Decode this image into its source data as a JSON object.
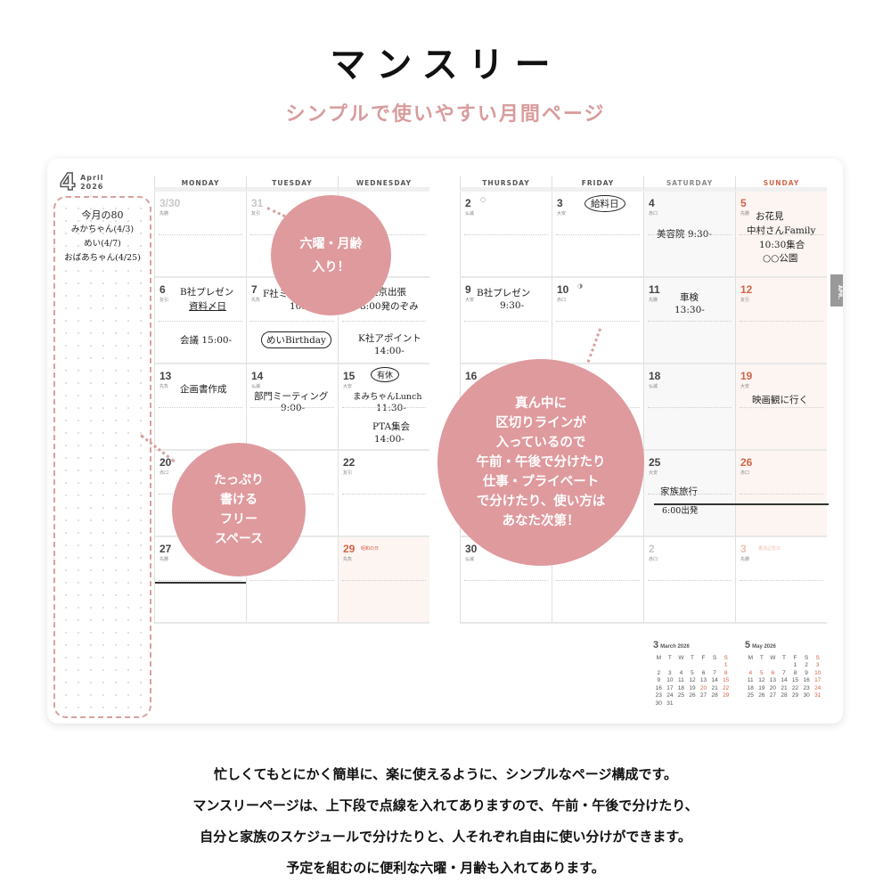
{
  "header": {
    "title": "マンスリー",
    "subtitle": "シンプルで使いやすい月間ページ"
  },
  "planner": {
    "month_number": "4",
    "month_name": "April",
    "year": "2026",
    "side_tab": "APR.",
    "memo": {
      "lines": [
        "今月の80",
        "みかちゃん(4/3)",
        "めい(4/7)",
        "おばあちゃん(4/25)"
      ]
    },
    "left_days": [
      "MONDAY",
      "TUESDAY",
      "WEDNESDAY"
    ],
    "right_days": [
      "THURSDAY",
      "FRIDAY",
      "SATURDAY",
      "SUNDAY"
    ],
    "left_cells": [
      {
        "day": "3/30",
        "rokuyo": "先勝",
        "style": "muted"
      },
      {
        "day": "31",
        "rokuyo": "友引",
        "style": "muted"
      },
      {
        "day": "",
        "rokuyo": "",
        "style": ""
      },
      {
        "day": "6",
        "rokuyo": "友引",
        "notes": [
          "B社プレゼン",
          "資料〆日",
          "会議 15:00-"
        ]
      },
      {
        "day": "7",
        "rokuyo": "先負",
        "notes": [
          "F社ミ",
          "10:00",
          "めいBirthday"
        ]
      },
      {
        "day": "",
        "rokuyo": "",
        "notes": [
          "東京出張",
          "8:00発のぞみ",
          "K社アポイント",
          "14:00-"
        ]
      },
      {
        "day": "13",
        "rokuyo": "先負",
        "notes": [
          "企画書作成"
        ]
      },
      {
        "day": "14",
        "rokuyo": "仏滅",
        "notes": [
          "部門ミーティング",
          "9:00-"
        ]
      },
      {
        "day": "15",
        "rokuyo": "大安",
        "notes": [
          "有休",
          "まみちゃんLunch",
          "11:30-",
          "PTA集会",
          "14:00-"
        ]
      },
      {
        "day": "20",
        "rokuyo": "赤口"
      },
      {
        "day": "",
        "rokuyo": ""
      },
      {
        "day": "22",
        "rokuyo": "友引"
      },
      {
        "day": "27",
        "rokuyo": "先勝"
      },
      {
        "day": "",
        "rokuyo": ""
      },
      {
        "day": "29",
        "rokuyo": "先負",
        "holiday": "昭和の日",
        "style": "red"
      }
    ],
    "right_cells": [
      {
        "day": "2",
        "rokuyo": "仏滅",
        "moon": "○"
      },
      {
        "day": "3",
        "rokuyo": "大安",
        "notes": [
          "給料日"
        ]
      },
      {
        "day": "4",
        "rokuyo": "赤口",
        "notes": [
          "美容院 9:30-"
        ]
      },
      {
        "day": "5",
        "rokuyo": "先勝",
        "notes": [
          "お花見",
          "中村さんFamily",
          "10:30集合",
          "○○公園"
        ],
        "style": "red"
      },
      {
        "day": "9",
        "rokuyo": "大安",
        "notes": [
          "B社プレゼン",
          "9:30-"
        ]
      },
      {
        "day": "10",
        "rokuyo": "赤口",
        "moon": "◑"
      },
      {
        "day": "11",
        "rokuyo": "先勝",
        "notes": [
          "車検",
          "13:30-"
        ]
      },
      {
        "day": "12",
        "rokuyo": "友引",
        "style": "red"
      },
      {
        "day": "16",
        "rokuyo": ""
      },
      {
        "day": "",
        "rokuyo": ""
      },
      {
        "day": "18",
        "rokuyo": "仏滅"
      },
      {
        "day": "19",
        "rokuyo": "大安",
        "notes": [
          "映画観に行く"
        ],
        "style": "red"
      },
      {
        "day": "",
        "rokuyo": ""
      },
      {
        "day": "",
        "rokuyo": ""
      },
      {
        "day": "25",
        "rokuyo": "大安",
        "notes": [
          "家族旅行",
          "6:00出発"
        ]
      },
      {
        "day": "26",
        "rokuyo": "赤口",
        "style": "red"
      },
      {
        "day": "30",
        "rokuyo": "仏滅"
      },
      {
        "day": "",
        "rokuyo": ""
      },
      {
        "day": "2",
        "rokuyo": "赤口",
        "style": "muted"
      },
      {
        "day": "3",
        "rokuyo": "先勝",
        "holiday": "憲法記念日",
        "style": "redmuted"
      }
    ],
    "mini_calendars": [
      {
        "num": "3",
        "label": "March 2026",
        "weekdays": [
          "M",
          "T",
          "W",
          "T",
          "F",
          "S",
          "S"
        ],
        "weeks": [
          [
            "",
            "",
            "",
            "",
            "",
            "",
            "1"
          ],
          [
            "2",
            "3",
            "4",
            "5",
            "6",
            "7",
            "8"
          ],
          [
            "9",
            "10",
            "11",
            "12",
            "13",
            "14",
            "15"
          ],
          [
            "16",
            "17",
            "18",
            "19",
            "20",
            "21",
            "22"
          ],
          [
            "23",
            "24",
            "25",
            "26",
            "27",
            "28",
            "29"
          ],
          [
            "30",
            "31",
            "",
            "",
            "",
            "",
            ""
          ]
        ]
      },
      {
        "num": "5",
        "label": "May 2026",
        "weekdays": [
          "M",
          "T",
          "W",
          "T",
          "F",
          "S",
          "S"
        ],
        "weeks": [
          [
            "",
            "",
            "",
            "",
            "1",
            "2",
            "3"
          ],
          [
            "4",
            "5",
            "6",
            "7",
            "8",
            "9",
            "10"
          ],
          [
            "11",
            "12",
            "13",
            "14",
            "15",
            "16",
            "17"
          ],
          [
            "18",
            "19",
            "20",
            "21",
            "22",
            "23",
            "24"
          ],
          [
            "25",
            "26",
            "27",
            "28",
            "29",
            "30",
            "31"
          ]
        ]
      }
    ]
  },
  "callouts": {
    "rokuyo": [
      "六曜・月齢",
      "入り！"
    ],
    "free_space": [
      "たっぷり",
      "書ける",
      "フリー",
      "スペース"
    ],
    "divider": [
      "真ん中に",
      "区切りラインが",
      "入っているので",
      "午前・午後で分けたり",
      "仕事・プライベート",
      "で分けたり、使い方は",
      "あなた次第！"
    ]
  },
  "description": [
    "忙しくてもとにかく簡単に、楽に使えるように、シンプルなページ構成です。",
    "マンスリーページは、上下段で点線を入れてありますので、午前・午後で分けたり、",
    "自分と家族のスケジュールで分けたりと、人それぞれ自由に使い分けができます。",
    "予定を組むのに便利な六曜・月齢も入れてあります。"
  ],
  "colors": {
    "accent_pink": "#df9a9e",
    "sunday_red": "#d2664a",
    "subtitle_pink": "#d89c9c"
  }
}
